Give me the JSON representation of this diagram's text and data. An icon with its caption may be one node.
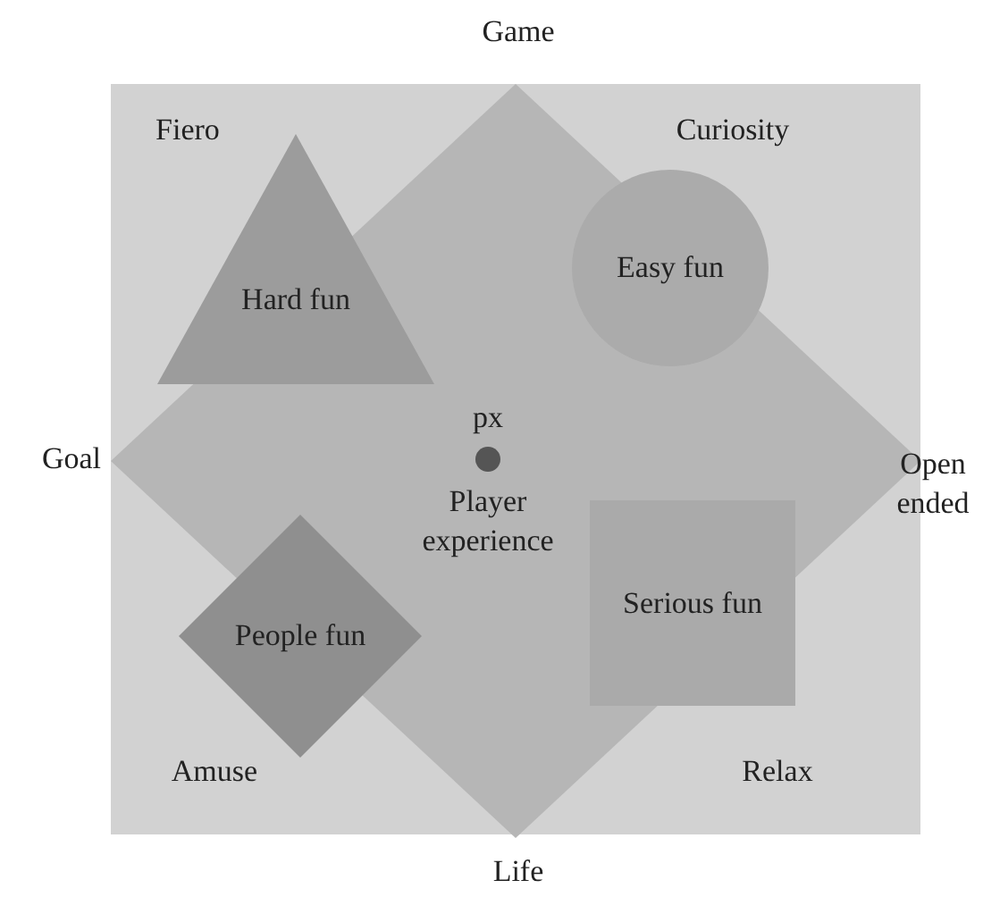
{
  "diagram": {
    "nodes": [
      {
        "text": [],
        "shape": "box"
      },
      {
        "text": [],
        "shape": "diamond",
        "in": 0
      },
      {
        "text": [
          "Hard fun"
        ],
        "in": 0
      },
      {
        "text": [
          "Easy fun"
        ],
        "in": 0
      },
      {
        "text": [],
        "shape": "circle",
        "beside": [
          "px",
          "Player experience"
        ],
        "in": 0
      },
      {
        "text": [
          "People fun"
        ],
        "in": 0
      },
      {
        "text": [
          "Serious fun"
        ],
        "in": 0
      }
    ],
    "labels": [
      "Game",
      "Fiero",
      "Curiosity",
      "Goal",
      "Open ended",
      "Amuse",
      "Relax",
      "Life"
    ]
  }
}
